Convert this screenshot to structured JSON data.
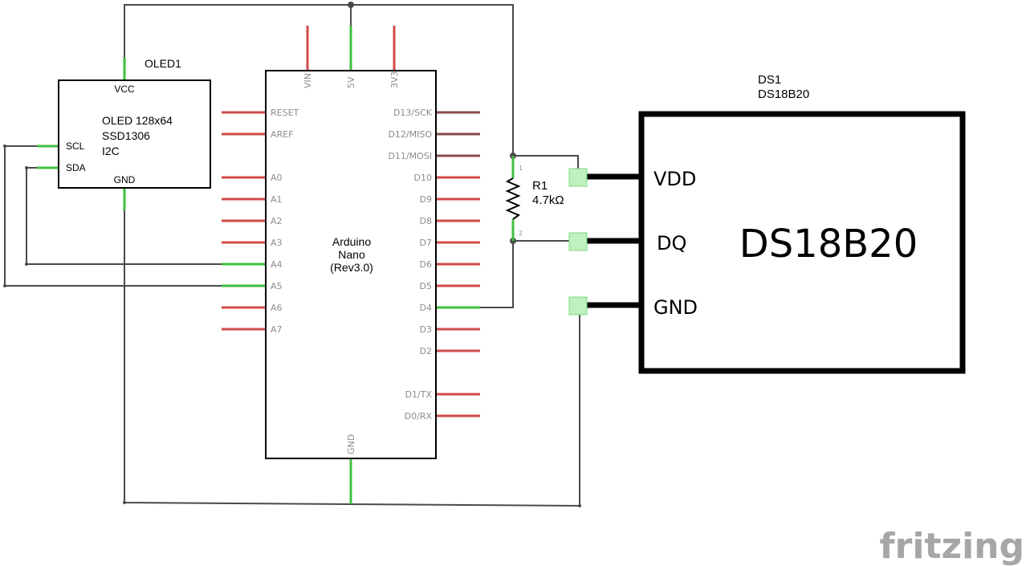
{
  "oled": {
    "ref": "OLED1",
    "line1": "OLED 128x64",
    "line2": "SSD1306",
    "line3": "I2C",
    "pins": {
      "vcc": "VCC",
      "gnd": "GND",
      "scl": "SCL",
      "sda": "SDA"
    }
  },
  "nano": {
    "line1": "Arduino",
    "line2": "Nano",
    "line3": "(Rev3.0)",
    "top_pins": [
      "VIN",
      "5V",
      "3V3"
    ],
    "left_pins": [
      "RESET",
      "AREF",
      "A0",
      "A1",
      "A2",
      "A3",
      "A4",
      "A5",
      "A6",
      "A7"
    ],
    "right_pins": [
      "D13/SCK",
      "D12/MISO",
      "D11/MOSI",
      "D10",
      "D9",
      "D8",
      "D7",
      "D6",
      "D5",
      "D4",
      "D3",
      "D2",
      "D1/TX",
      "D0/RX"
    ],
    "bottom_pin": "GND"
  },
  "resistor": {
    "ref": "R1",
    "value": "4.7kΩ",
    "pin1": "1",
    "pin2": "2"
  },
  "sensor": {
    "ref": "DS1",
    "model": "DS18B20",
    "body_label": "DS18B20",
    "pins": {
      "vdd": "VDD",
      "dq": "DQ",
      "gnd": "GND"
    }
  },
  "branding": {
    "logo": "fritzing"
  },
  "colors": {
    "wire": "#4a4a4a",
    "unconnected_pin": "#d04a4a",
    "connected_pin": "#3fbf3f",
    "logo": "#a6a6a6"
  }
}
